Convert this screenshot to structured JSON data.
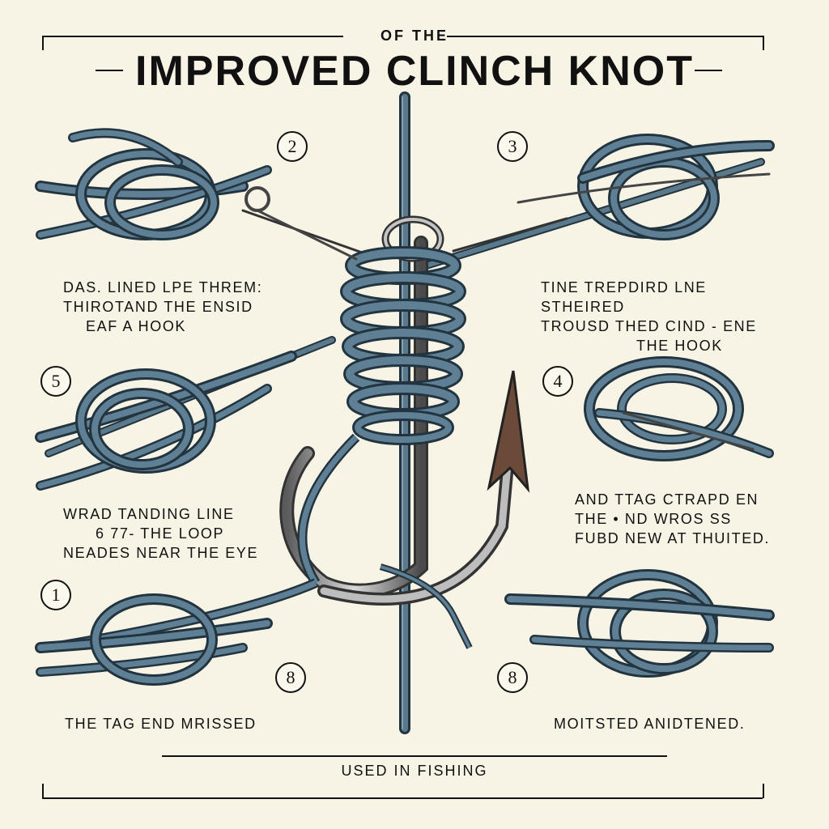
{
  "header": {
    "kicker": "OF THE",
    "title": "IMPROVED CLINCH KNOT"
  },
  "steps": [
    {
      "number": "2",
      "lines": [
        "DAS. LINED LPE THREM:",
        "THIROTAND THE ENSID",
        "EAF A HOOK"
      ]
    },
    {
      "number": "3",
      "lines": [
        "TINE TREPDIRD LNE STHEIRED",
        "TROUSD THED CIND - ENE",
        "THE HOOK"
      ]
    },
    {
      "number": "5",
      "lines": [
        "WRAD TANDING LINE",
        "6 77- THE LOOP",
        "NEADES NEAR THE EYE"
      ]
    },
    {
      "number": "4",
      "lines": [
        "AND TTAG CTRAPD EN",
        "THE • ND WROS SS",
        "FUBD NEW AT THUITED."
      ]
    },
    {
      "number": "1",
      "lines": [
        "THE TAG END MRISSED"
      ]
    },
    {
      "number": "8",
      "lines": []
    },
    {
      "number": "8",
      "lines": [
        "MOITSTED ANIDTENED."
      ]
    }
  ],
  "footer": {
    "text": "USED IN FISHING"
  },
  "colors": {
    "background": "#f7f4e6",
    "line": "#4d6c7e",
    "line_dark": "#22343f",
    "ink": "#111111",
    "hook": "#8f8f8f"
  }
}
